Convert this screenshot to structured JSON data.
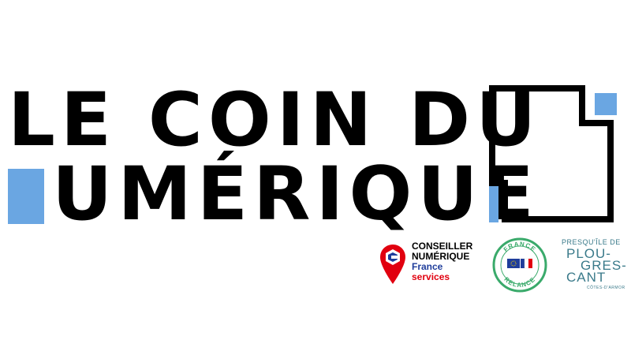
{
  "title": {
    "line1": "LE COIN DU",
    "line2_rest": "UMÉRIQUE"
  },
  "colors": {
    "accent": "#6aa6e2",
    "text": "#000000",
    "conseiller_blue": "#1f3d9b",
    "conseiller_red": "#e1000f",
    "relance_green": "#3aaa6b",
    "plougrescant_teal": "#3a7a8a"
  },
  "logos": {
    "conseiller": {
      "line1": "CONSEILLER",
      "line2": "NUMÉRIQUE",
      "line3": "France",
      "line4": "services"
    },
    "relance": {
      "top": "FRANCE",
      "bottom": "RELANCE"
    },
    "plougrescant": {
      "top": "PRESQU'ÎLE DE",
      "line1": "PLOU-",
      "line2": "GRES-",
      "line3": "CANT",
      "bottom": "CÔTES-D'ARMOR"
    }
  },
  "icons": {
    "pin": "map-pin-icon",
    "frame": "corner-frame-icon",
    "flags": "eu-france-flags-icon"
  }
}
